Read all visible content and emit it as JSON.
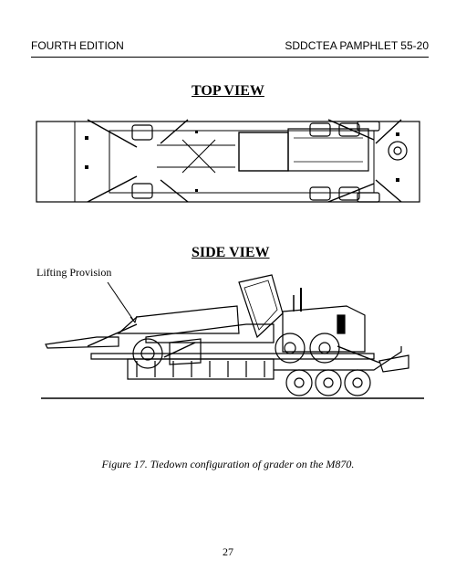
{
  "header": {
    "left": "FOURTH EDITION",
    "right": "SDDCTEA PAMPHLET 55-20"
  },
  "top_view": {
    "title": "TOP VIEW"
  },
  "side_view": {
    "title": "SIDE VIEW",
    "callout": "Lifting Provision"
  },
  "figure": {
    "caption": "Figure 17. Tiedown configuration of grader on the M870."
  },
  "page": {
    "number": "27"
  }
}
